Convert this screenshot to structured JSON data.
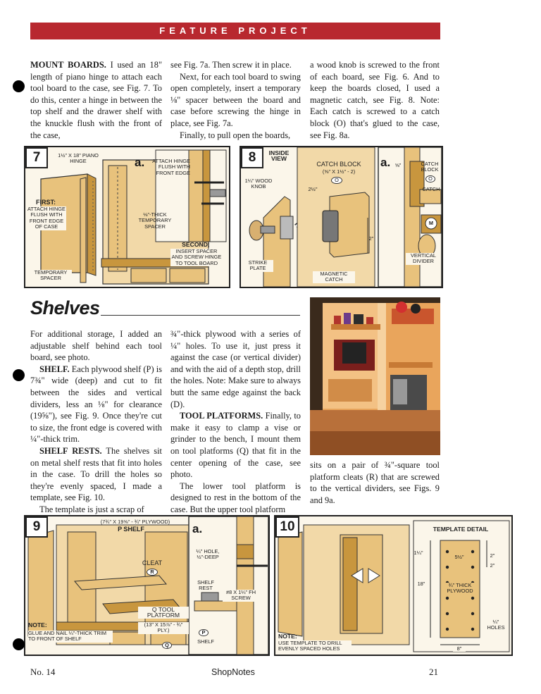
{
  "banner": "FEATURE PROJECT",
  "mount": {
    "col1": [
      {
        "head": "MOUNT BOARDS.",
        "text": " I used an 18\" length of piano hinge to attach each tool board to the case, see Fig. 7. To do this, center a hinge in between the top shelf and the drawer shelf with the knuckle flush with the front of the case,"
      }
    ],
    "col2": [
      "see Fig. 7a. Then screw it in place.",
      "Next, for each tool board to swing open completely, insert a temporary ⅛\" spacer between the board and case before screwing the hinge in place, see Fig. 7a.",
      "Finally, to pull open the boards,"
    ],
    "col3": [
      "a wood knob is screwed to the front of each board, see Fig. 6. And to keep the boards closed, I used a magnetic catch, see Fig. 8. Note: Each catch is screwed to a catch block (O) that's glued to the case, see Fig. 8a."
    ]
  },
  "fig7": {
    "num": "7",
    "sub": "a.",
    "labels": {
      "hinge": "1½\" x 18\" PIANO HINGE",
      "attach": "ATTACH HINGE FLUSH WITH FRONT EDGE",
      "first_head": "FIRST:",
      "first": "ATTACH HINGE FLUSH WITH FRONT EDGE OF CASE",
      "thick": "⅛\"-THICK TEMPORARY SPACER",
      "second_head": "SECOND:",
      "second": "INSERT SPACER AND SCREW HINGE TO TOOL BOARD",
      "temp": "TEMPORARY SPACER"
    }
  },
  "fig8": {
    "num": "8",
    "sub": "a.",
    "labels": {
      "inside": "INSIDE VIEW",
      "knob": "1¼\" WOOD KNOB",
      "block": "CATCH BLOCK",
      "block_dim": "(⅝\" x 1½\" - 2)",
      "o": "O",
      "dim_2half": "2½\"",
      "dim_2": "2\"",
      "strike": "STRIKE PLATE",
      "magnetic": "MAGNETIC CATCH",
      "dim_5_8": "⅝\"",
      "block_a": "CATCH BLOCK",
      "o_a": "O",
      "catch": "CATCH",
      "m": "M",
      "divider": "VERTICAL DIVIDER"
    }
  },
  "shelves": {
    "heading": "Shelves",
    "col1": [
      {
        "head": "",
        "text": "For additional storage, I added an adjustable shelf behind each tool board, see photo."
      },
      {
        "head": "SHELF.",
        "text": " Each plywood shelf (P) is 7¾\" wide (deep) and cut to fit between the sides and vertical dividers, less an ⅛\" for clearance (19⅝\"), see Fig. 9. Once they're cut to size, the front edge is covered with ¼\"-thick trim."
      },
      {
        "head": "SHELF RESTS.",
        "text": " The shelves sit on metal shelf rests that fit into holes in the case. To drill the holes so they're evenly spaced, I made a template, see Fig. 10."
      },
      {
        "head": "",
        "text": "The template is just a scrap of"
      }
    ],
    "col2": [
      {
        "head": "",
        "text": "¾\"-thick plywood with a series of ¼\" holes. To use it, just press it against the case (or vertical divider) and with the aid of a depth stop, drill the holes. Note: Make sure to always butt the same edge against the back (D)."
      },
      {
        "head": "TOOL PLATFORMS.",
        "text": " Finally, to make it easy to clamp a vise or grinder to the bench, I mount them on tool platforms (Q) that fit in the center opening of the case, see photo."
      },
      {
        "head": "",
        "text": "The lower tool platform is designed to rest in the bottom of the case. But the upper tool platform"
      }
    ],
    "col3": "sits on a pair of ¾\"-square tool platform cleats (R) that are screwed to the vertical dividers, see Figs. 9 and 9a."
  },
  "fig9": {
    "num": "9",
    "sub": "a.",
    "labels": {
      "dims": "(7¾\" x 19⅝\" - ¾\" PLYWOOD)",
      "p_shelf": "P SHELF",
      "cleat": "CLEAT",
      "r": "R",
      "tool": "Q TOOL PLATFORM",
      "tool_dim": "(13\" x 15⅞\" - ¾\" PLY.)",
      "note_head": "NOTE:",
      "note": "GLUE AND NAIL ¼\"-THICK TRIM TO FRONT OF SHELF",
      "hole": "¼\" HOLE, ½\"-DEEP",
      "rest": "SHELF REST",
      "screw": "#8 x 1¼\" Fh SCREW",
      "shelf": "SHELF",
      "q": "Q",
      "p": "P"
    }
  },
  "fig10": {
    "num": "10",
    "labels": {
      "detail": "TEMPLATE DETAIL",
      "d1": "1¼\"",
      "d2": "5½\"",
      "d3": "2\"",
      "d4": "2\"",
      "d5": "18\"",
      "thick": "¾\" THICK PLYWOOD",
      "holes": "¼\" HOLES",
      "d8": "8\"",
      "note_head": "NOTE:",
      "note": "USE TEMPLATE TO DRILL EVENLY SPACED HOLES"
    }
  },
  "footer": {
    "left": "No. 14",
    "center": "ShopNotes",
    "right": "21"
  },
  "colors": {
    "banner": "#b8282f",
    "wood": "#e8c27c",
    "wood_dark": "#c8963e",
    "paper": "#fbf6ea"
  }
}
